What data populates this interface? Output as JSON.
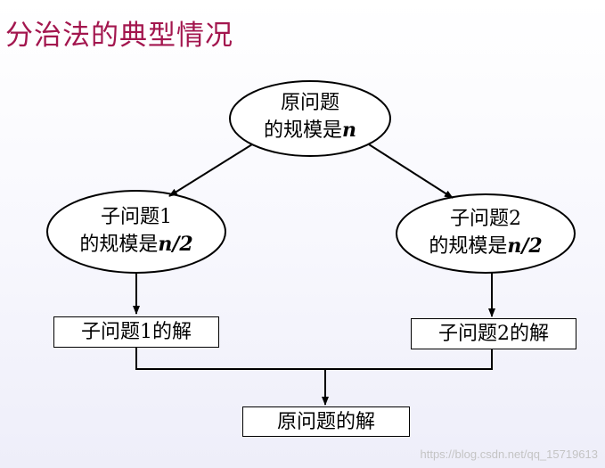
{
  "title": "分治法的典型情况",
  "diagram": {
    "root": {
      "line1": "原问题",
      "line2_prefix": "的规模是",
      "line2_var": "n"
    },
    "left": {
      "line1": "子问题1",
      "line2_prefix": "的规模是",
      "line2_var": "n/2"
    },
    "right": {
      "line1": "子问题2",
      "line2_prefix": "的规模是",
      "line2_var": "n/2"
    },
    "left_solution": "子问题1的解",
    "right_solution": "子问题2的解",
    "final": "原问题的解"
  },
  "watermark": "https://blog.csdn.net/qq_15719613"
}
